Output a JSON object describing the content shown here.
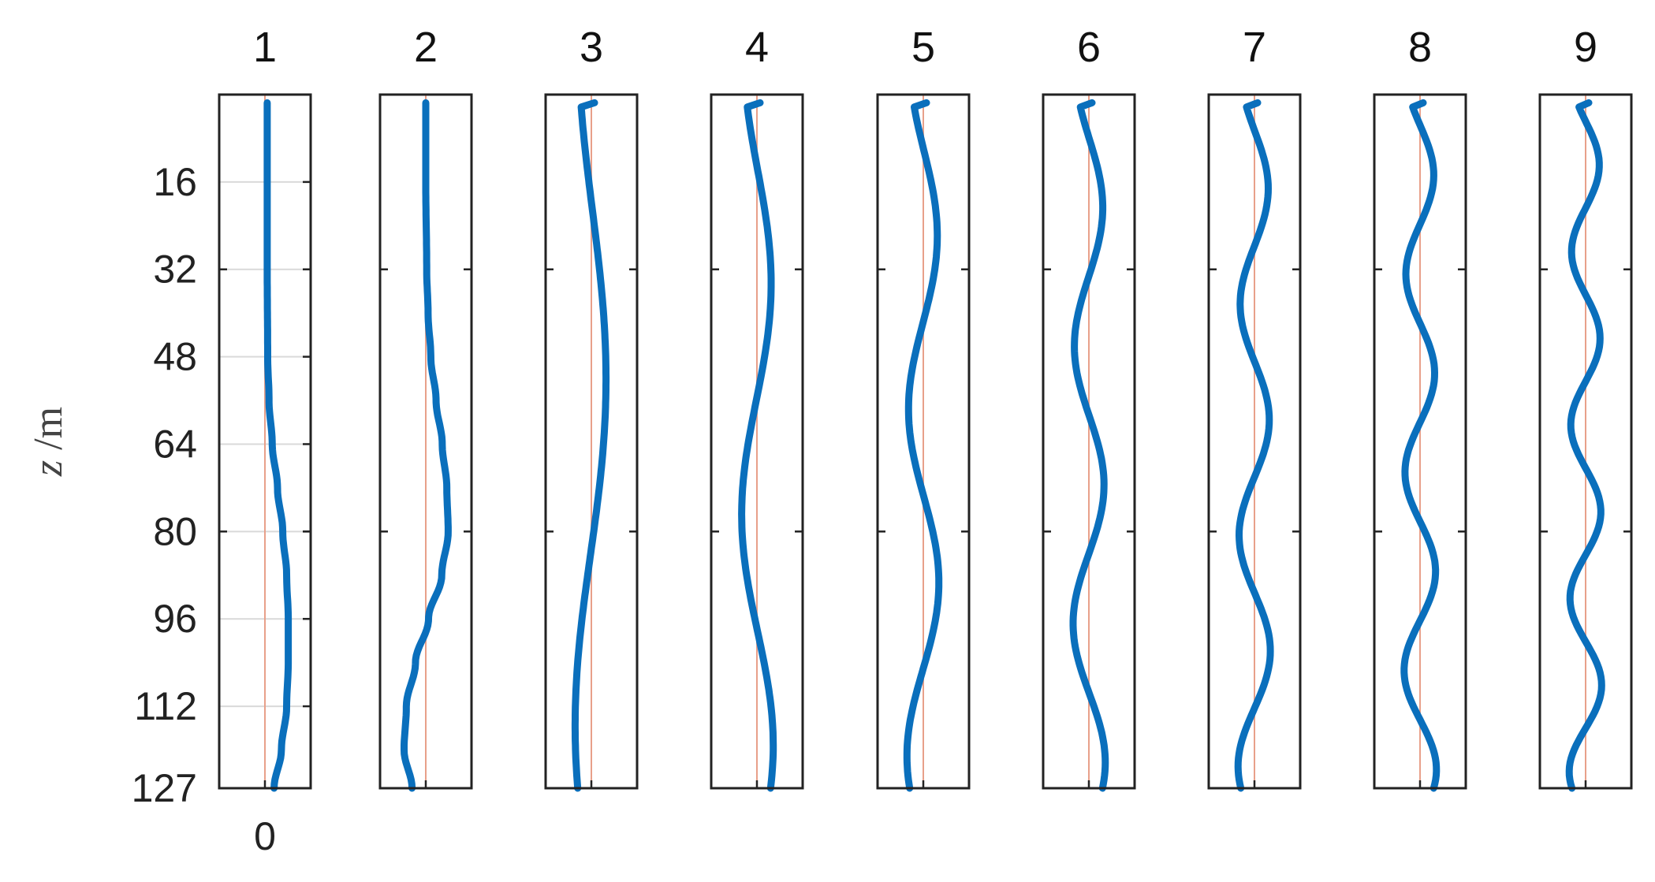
{
  "chart_data": {
    "type": "line",
    "panel_titles": [
      "1",
      "2",
      "3",
      "4",
      "5",
      "6",
      "7",
      "8",
      "9"
    ],
    "ylabel_var": "z",
    "ylabel_unit": " /m",
    "y_ticks": [
      16,
      32,
      48,
      64,
      80,
      96,
      112,
      127
    ],
    "x_ticks": [
      0
    ],
    "x_tick_labels": [
      "0"
    ],
    "ylim": [
      0,
      127
    ],
    "y_reversed": true,
    "xlim": [
      -1.2,
      1.2
    ],
    "grid": "first-panel-horizontal",
    "modes": [
      {
        "mode": 1,
        "z": [
          0,
          16,
          32,
          48,
          56,
          64,
          72,
          80,
          88,
          96,
          104,
          112,
          120,
          127
        ],
        "amplitude": [
          0.1,
          0.1,
          0.1,
          0.12,
          0.18,
          0.32,
          0.55,
          0.78,
          0.95,
          1.02,
          1.02,
          0.95,
          0.72,
          0.4
        ]
      },
      {
        "mode": 2,
        "z": [
          0,
          16,
          32,
          40,
          48,
          56,
          64,
          72,
          80,
          88,
          96,
          104,
          112,
          120,
          127
        ],
        "amplitude": [
          0,
          0,
          0.04,
          0.1,
          0.22,
          0.45,
          0.72,
          0.92,
          0.98,
          0.7,
          0.12,
          -0.45,
          -0.85,
          -0.95,
          -0.6
        ]
      }
    ],
    "mode_shape": "sinusoidal, zero crossings = mode number"
  },
  "colors": {
    "curve": "#0a6fbc",
    "zero_line": "#e8a08a",
    "frame": "#222222",
    "grid": "#d9d9d9"
  }
}
